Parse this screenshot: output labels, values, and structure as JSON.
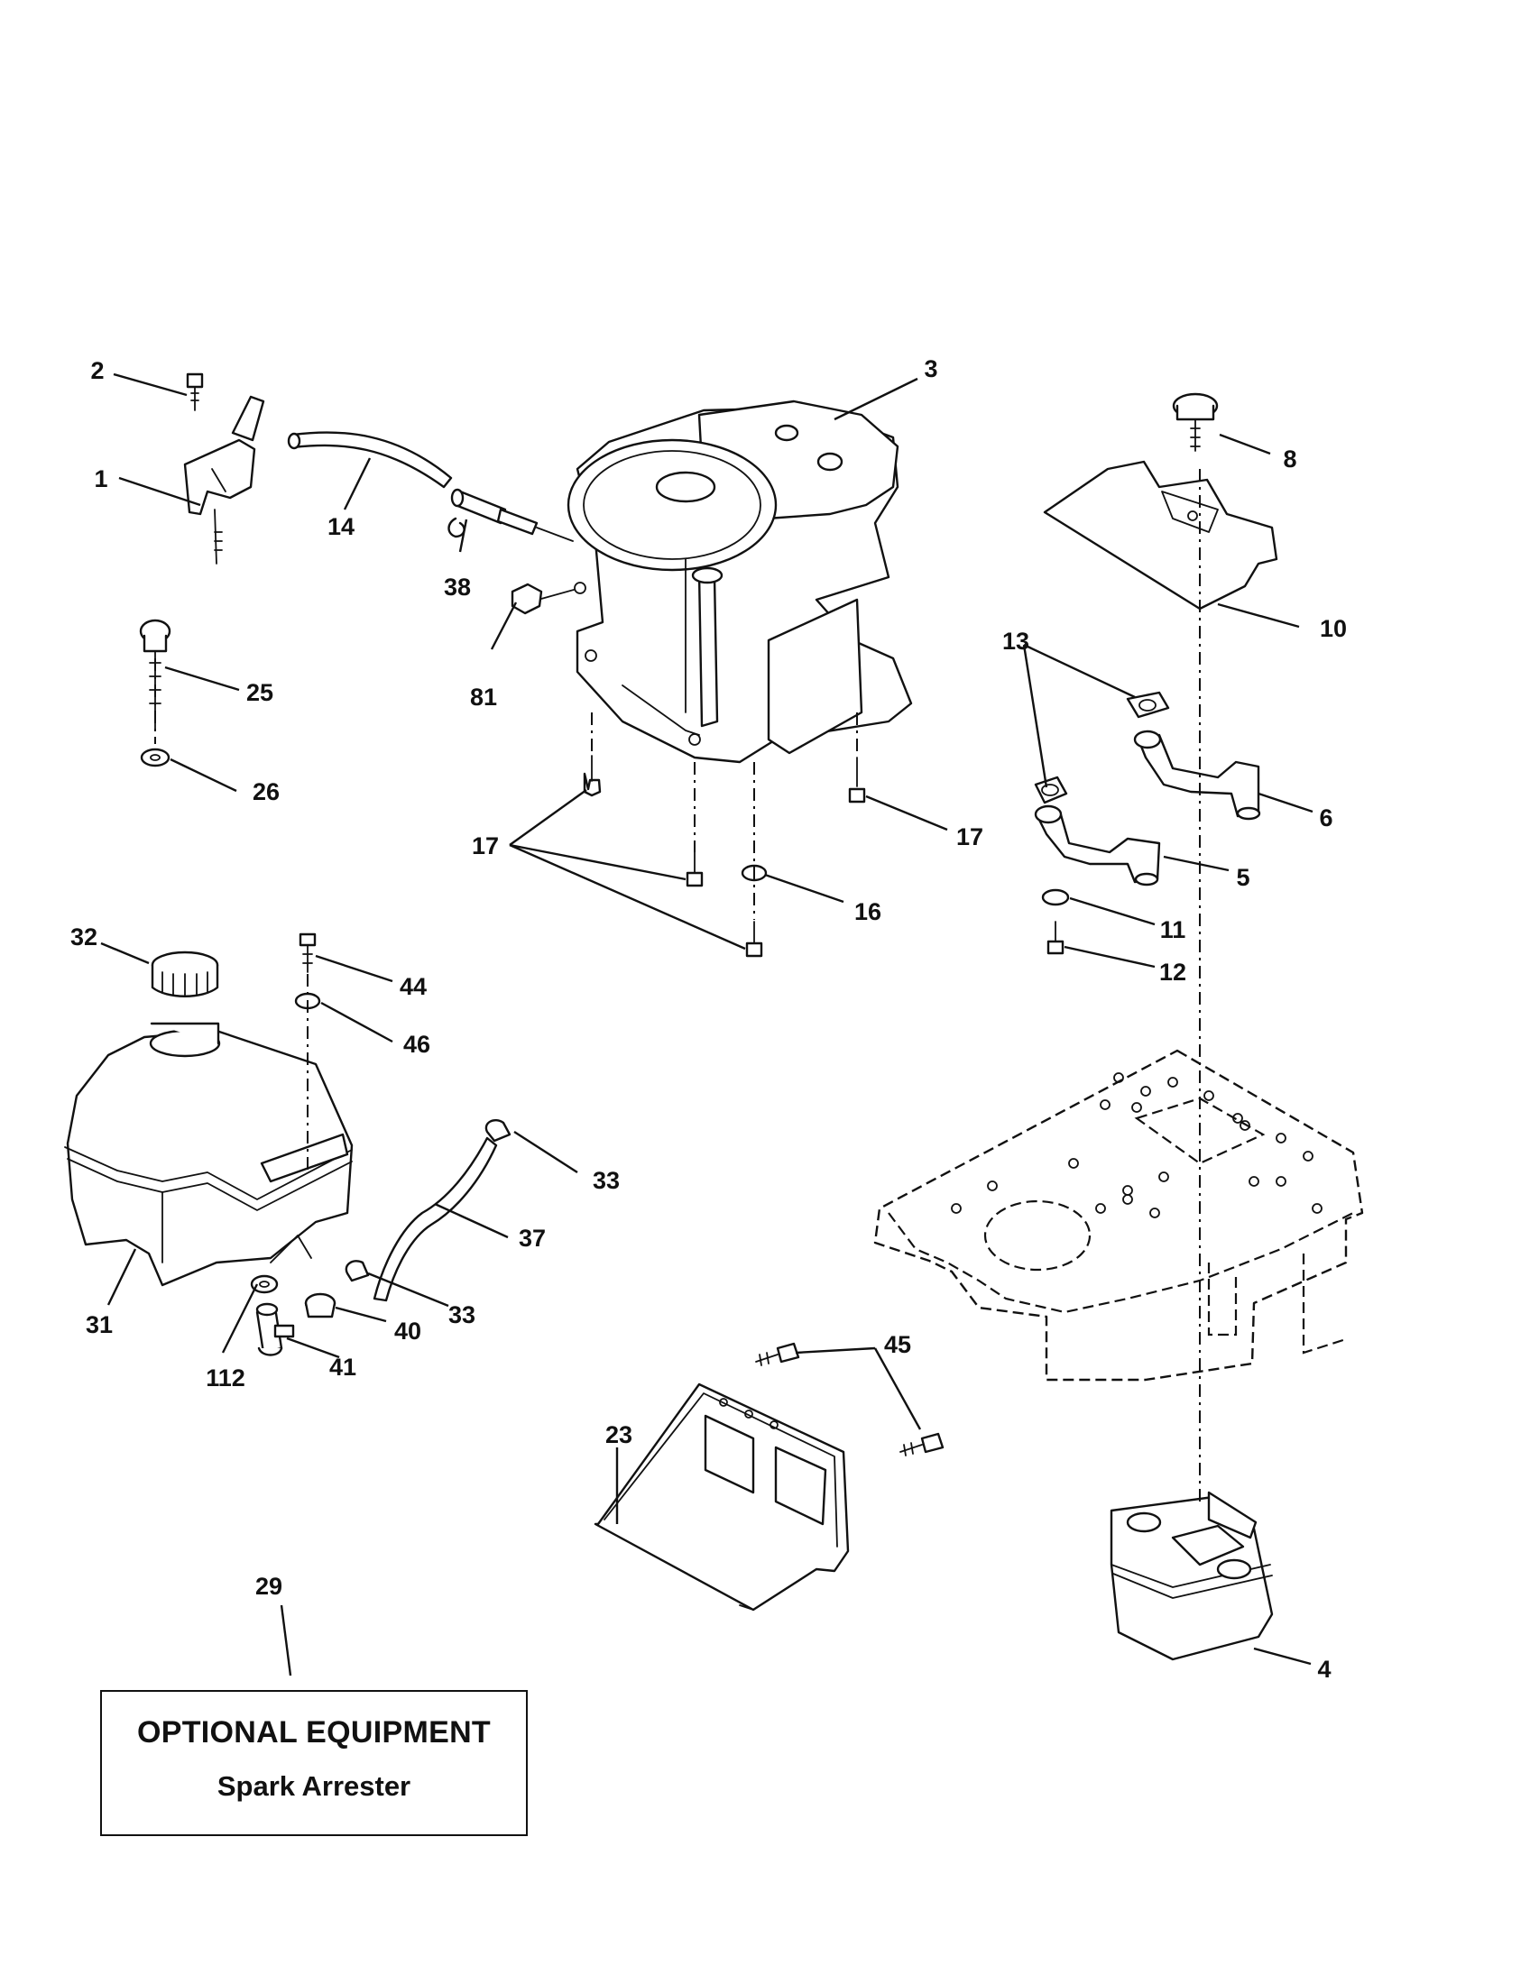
{
  "callouts": [
    "1",
    "2",
    "3",
    "4",
    "5",
    "6",
    "8",
    "10",
    "11",
    "12",
    "13",
    "14",
    "16",
    "17",
    "17",
    "17",
    "23",
    "25",
    "26",
    "29",
    "31",
    "32",
    "33",
    "33",
    "37",
    "38",
    "40",
    "41",
    "44",
    "45",
    "46",
    "81",
    "112"
  ],
  "note": {
    "title": "OPTIONAL EQUIPMENT",
    "subtitle": "Spark Arrester"
  }
}
